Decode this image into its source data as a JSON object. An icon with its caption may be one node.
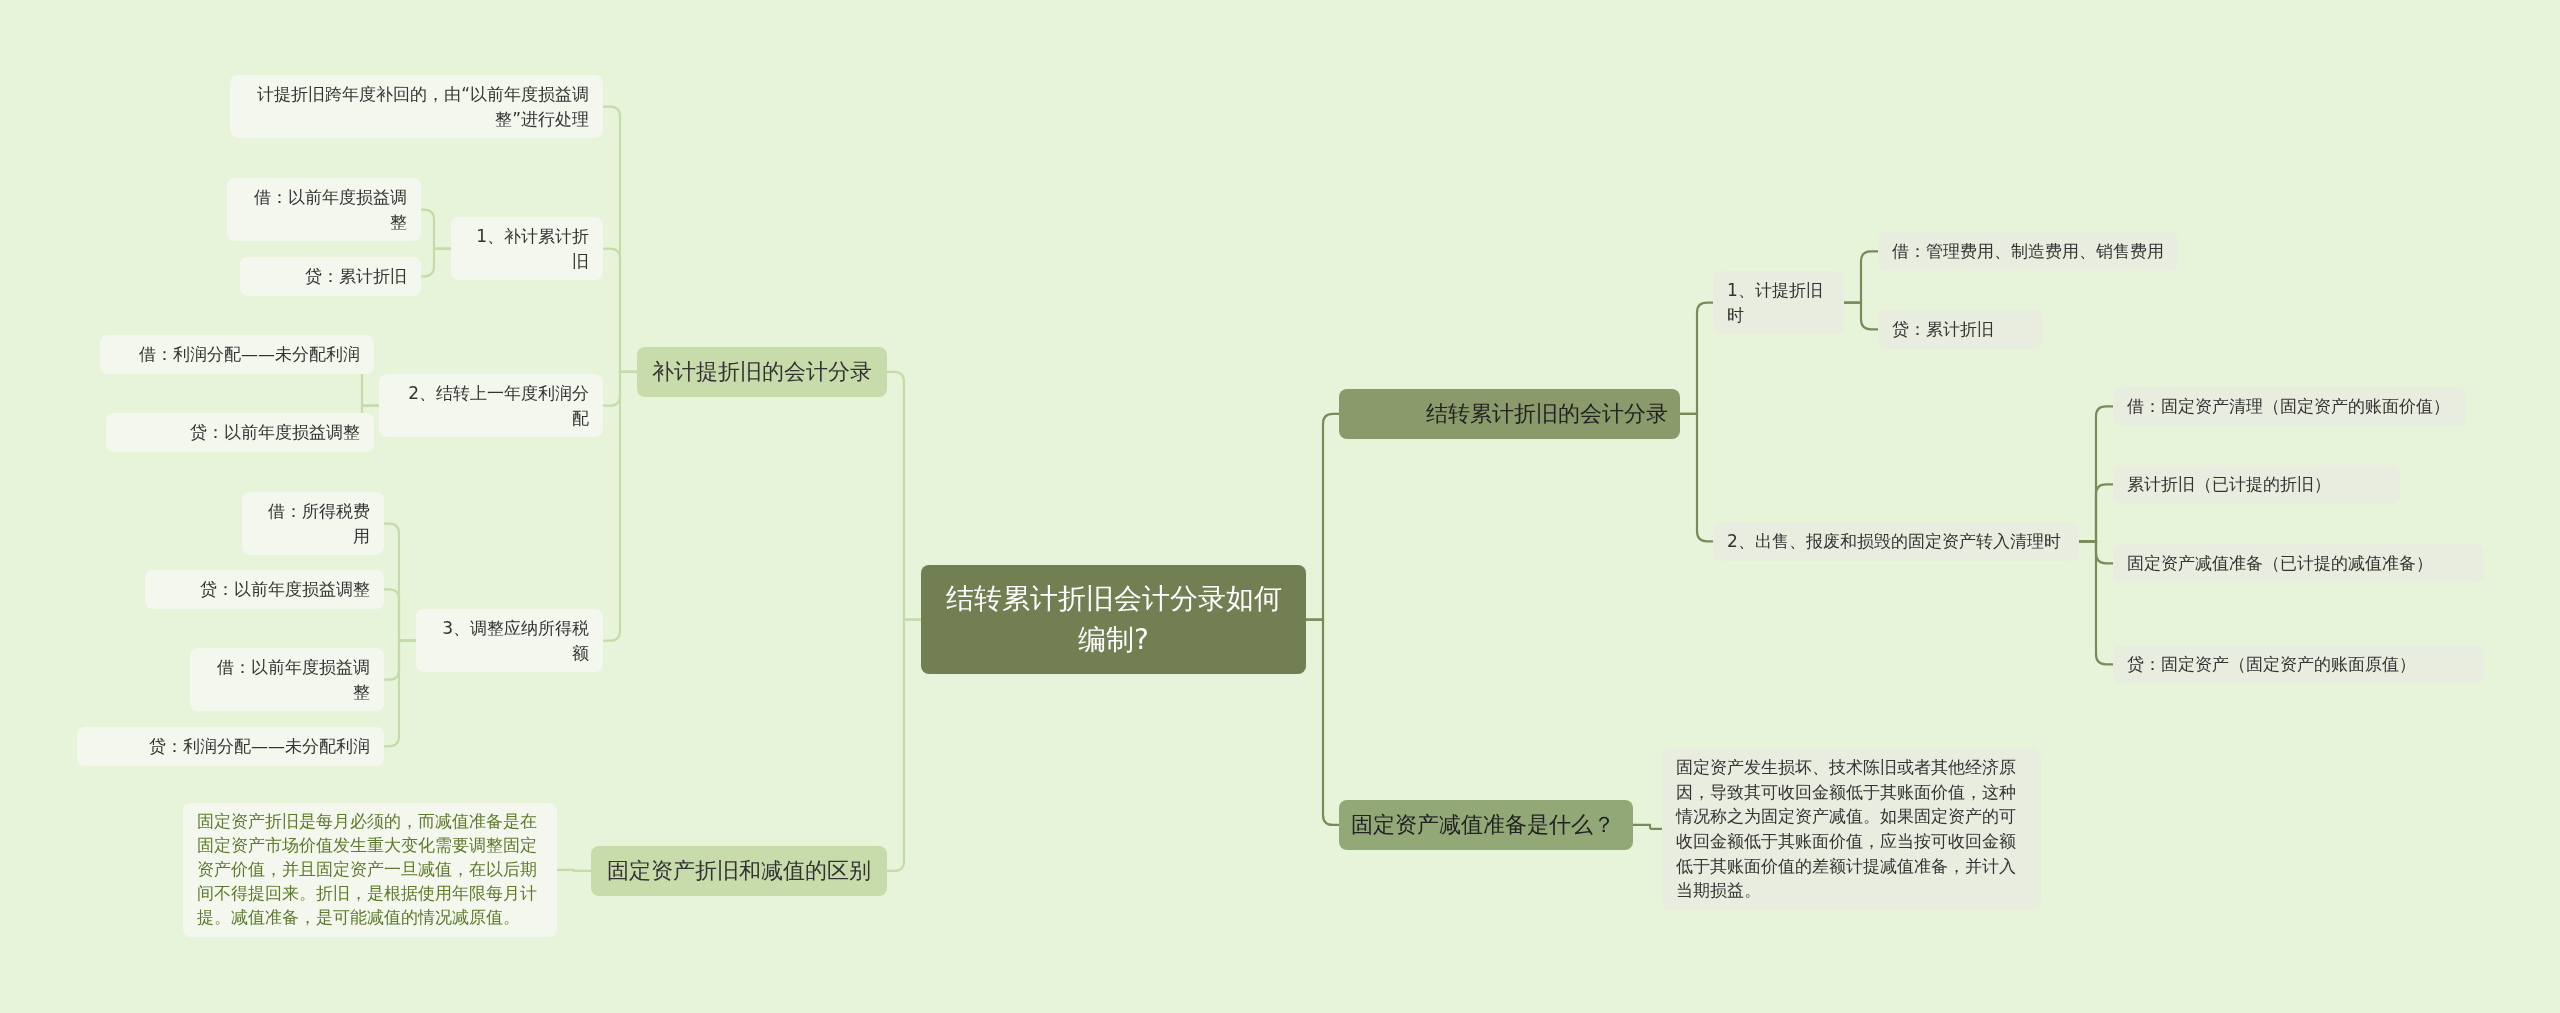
{
  "diagram": {
    "nodes": [
      {
        "text": [
          "结转累计折旧会计分录如何编制?"
        ]
      },
      {
        "text": [
          "补计提折旧的会计分录"
        ]
      },
      {
        "text": [
          "计提折旧跨年度补回的，由“以前年度损益调整”进行处理"
        ]
      },
      {
        "text": [
          "1、补计累计折旧"
        ]
      },
      {
        "text": [
          "借：以前年度损益调整"
        ]
      },
      {
        "text": [
          "贷：累计折旧"
        ]
      },
      {
        "text": [
          "2、结转上一年度利润分配"
        ]
      },
      {
        "text": [
          "借：利润分配——未分配利润"
        ]
      },
      {
        "text": [
          "贷：以前年度损益调整"
        ]
      },
      {
        "text": [
          "3、调整应纳所得税额"
        ]
      },
      {
        "text": [
          "借：所得税费用"
        ]
      },
      {
        "text": [
          "贷：以前年度损益调整"
        ]
      },
      {
        "text": [
          "借：以前年度损益调整"
        ]
      },
      {
        "text": [
          "贷：利润分配——未分配利润"
        ]
      },
      {
        "text": [
          "固定资产折旧和减值的区别"
        ]
      },
      {
        "text": [
          "固定资产折旧是每月必须的，而减值准备是在固定资产市场价值发生重大变化需要调整固定资产价值，并且固定资产一旦减值，在以后期间不得提回来。折旧，是根据使用年限每月计提。减值准备，是可能减值的情况减原值。"
        ]
      },
      {
        "text": [
          "结转累计折旧的会计分录"
        ]
      },
      {
        "text": [
          "1、计提折旧时"
        ]
      },
      {
        "text": [
          "借：管理费用、制造费用、销售费用"
        ]
      },
      {
        "text": [
          "贷：累计折旧"
        ]
      },
      {
        "text": [
          "2、出售、报废和损毁的固定资产转入清理时"
        ]
      },
      {
        "text": [
          "借：固定资产清理（固定资产的账面价值）"
        ]
      },
      {
        "text": [
          "累计折旧（已计提的折旧）"
        ]
      },
      {
        "text": [
          "固定资产减值准备（已计提的减值准备）"
        ]
      },
      {
        "text": [
          "贷：固定资产（固定资产的账面原值）"
        ]
      },
      {
        "text": [
          "固定资产减值准备是什么？"
        ]
      },
      {
        "text": [
          "固定资产发生损坏、技术陈旧或者其他经济原因，导致其可收回金额低于其账面价值，这种情况称之为固定资产减值。如果固定资产的可收回金额低于其账面价值，应当按可收回金额低于其账面价值的差额计提减值准备，并计入当期损益。"
        ]
      }
    ],
    "edges": [
      {
        "from": 0,
        "to": 1,
        "arrow": "none"
      },
      {
        "from": 1,
        "to": 2,
        "arrow": "none"
      },
      {
        "from": 1,
        "to": 3,
        "arrow": "none"
      },
      {
        "from": 3,
        "to": 4,
        "arrow": "none"
      },
      {
        "from": 3,
        "to": 5,
        "arrow": "none"
      },
      {
        "from": 1,
        "to": 6,
        "arrow": "none"
      },
      {
        "from": 6,
        "to": 7,
        "arrow": "none"
      },
      {
        "from": 6,
        "to": 8,
        "arrow": "none"
      },
      {
        "from": 1,
        "to": 9,
        "arrow": "none"
      },
      {
        "from": 9,
        "to": 10,
        "arrow": "none"
      },
      {
        "from": 9,
        "to": 11,
        "arrow": "none"
      },
      {
        "from": 9,
        "to": 12,
        "arrow": "none"
      },
      {
        "from": 9,
        "to": 13,
        "arrow": "none"
      },
      {
        "from": 0,
        "to": 14,
        "arrow": "none"
      },
      {
        "from": 14,
        "to": 15,
        "arrow": "none"
      },
      {
        "from": 0,
        "to": 16,
        "arrow": "none",
        "color": "#7a8b5a"
      },
      {
        "from": 16,
        "to": 17,
        "arrow": "none",
        "color": "#7a8b5a"
      },
      {
        "from": 17,
        "to": 18,
        "arrow": "none",
        "color": "#7a8b5a"
      },
      {
        "from": 17,
        "to": 19,
        "arrow": "none",
        "color": "#7a8b5a"
      },
      {
        "from": 16,
        "to": 20,
        "arrow": "none",
        "color": "#7a8b5a"
      },
      {
        "from": 20,
        "to": 21,
        "arrow": "none",
        "color": "#7a8b5a"
      },
      {
        "from": 20,
        "to": 22,
        "arrow": "none",
        "color": "#7a8b5a"
      },
      {
        "from": 20,
        "to": 23,
        "arrow": "none",
        "color": "#7a8b5a"
      },
      {
        "from": 20,
        "to": 24,
        "arrow": "none",
        "color": "#7a8b5a"
      },
      {
        "from": 0,
        "to": 25,
        "arrow": "none",
        "color": "#7a8b5a"
      },
      {
        "from": 25,
        "to": 26,
        "arrow": "none",
        "color": "#7a8b5a"
      }
    ]
  }
}
